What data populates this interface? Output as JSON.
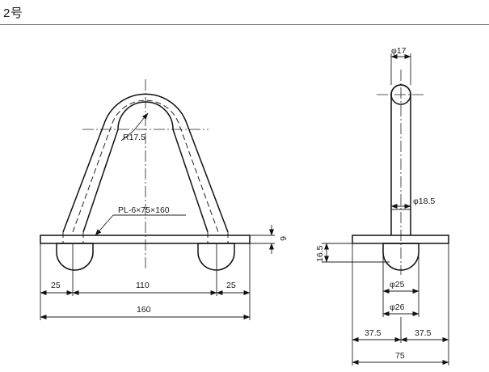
{
  "header": {
    "title": "2号"
  },
  "front_view": {
    "radius_label": "R17.5",
    "plate_label": "PL-6×75×160",
    "dim_left": "25",
    "dim_middle": "110",
    "dim_right": "25",
    "dim_overall": "160",
    "dim_plate_thickness": "6"
  },
  "side_view": {
    "top_diameter": "φ17",
    "shank_diameter": "φ18.5",
    "head_height": "16.5",
    "head_diameter_1": "φ25",
    "head_diameter_2": "φ26",
    "dim_left": "37.5",
    "dim_right": "37.5",
    "dim_overall": "75"
  }
}
